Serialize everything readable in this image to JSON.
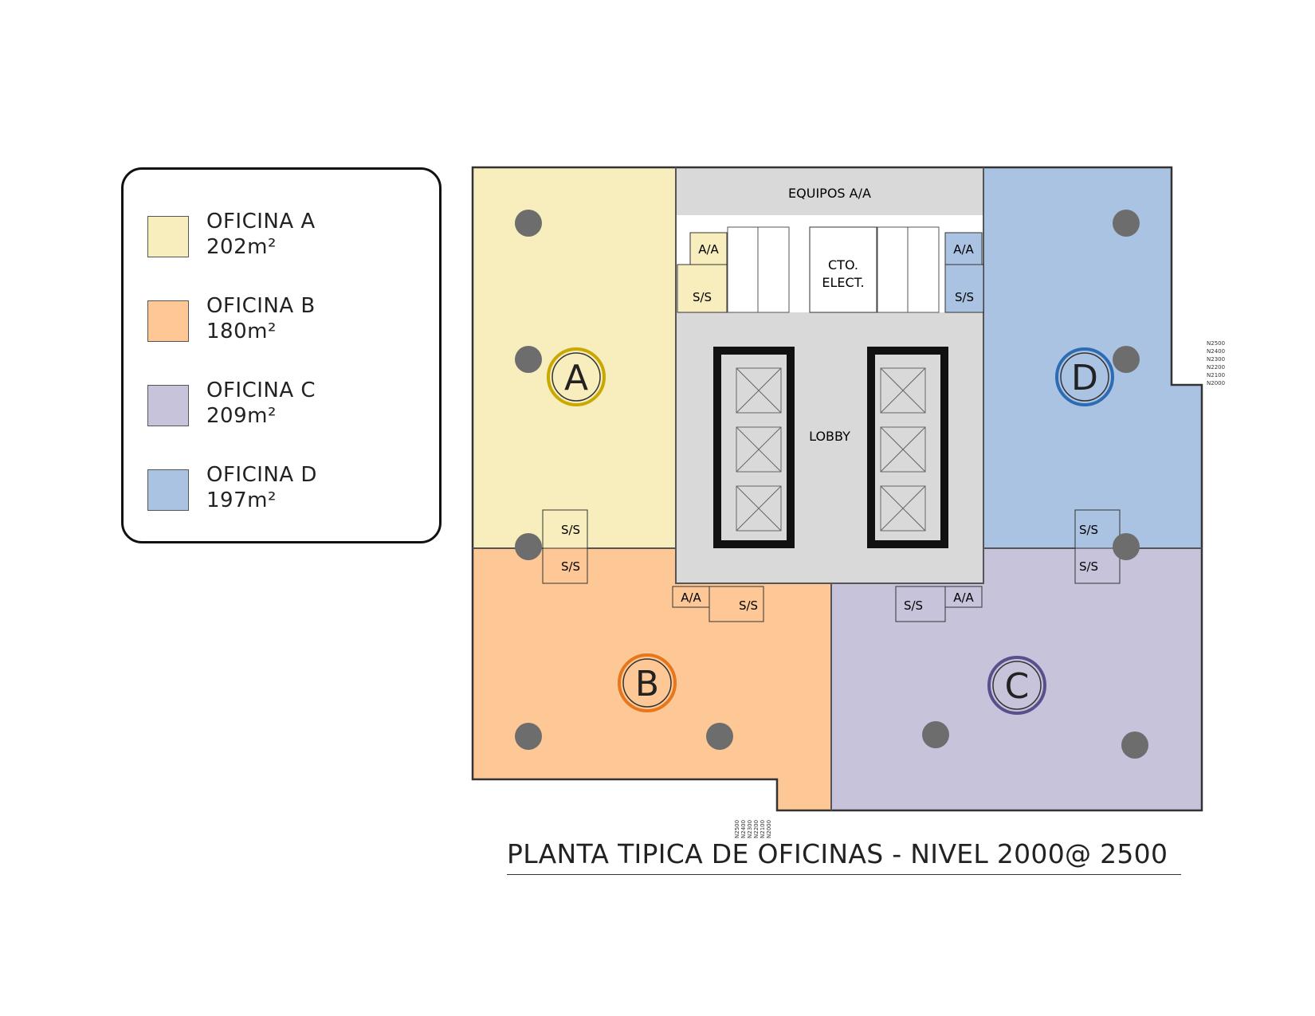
{
  "legend": {
    "items": [
      {
        "name": "OFICINA A",
        "area": "202m²",
        "color": "#f7edbd"
      },
      {
        "name": "OFICINA B",
        "area": "180m²",
        "color": "#fdc896"
      },
      {
        "name": "OFICINA C",
        "area": "209m²",
        "color": "#c6c3db"
      },
      {
        "name": "OFICINA D",
        "area": "197m²",
        "color": "#abc3e2"
      }
    ]
  },
  "plan": {
    "offices": [
      {
        "letter": "A",
        "ring_color": "#c9a800"
      },
      {
        "letter": "B",
        "ring_color": "#e8761a"
      },
      {
        "letter": "C",
        "ring_color": "#5a4f8c"
      },
      {
        "letter": "D",
        "ring_color": "#2b6cb4"
      }
    ],
    "rooms": {
      "equipment": "EQUIPOS A/A",
      "electrical_line1": "CTO.",
      "electrical_line2": "ELECT.",
      "lobby": "LOBBY",
      "aa": "A/A",
      "restroom": "S/S"
    },
    "levels": [
      "N2500",
      "N2400",
      "N2300",
      "N2200",
      "N2100",
      "N2000"
    ],
    "colors": {
      "core": "#d9d9d9",
      "column": "#6d6d6d"
    }
  },
  "title": "PLANTA TIPICA DE OFICINAS - NIVEL 2000@ 2500"
}
